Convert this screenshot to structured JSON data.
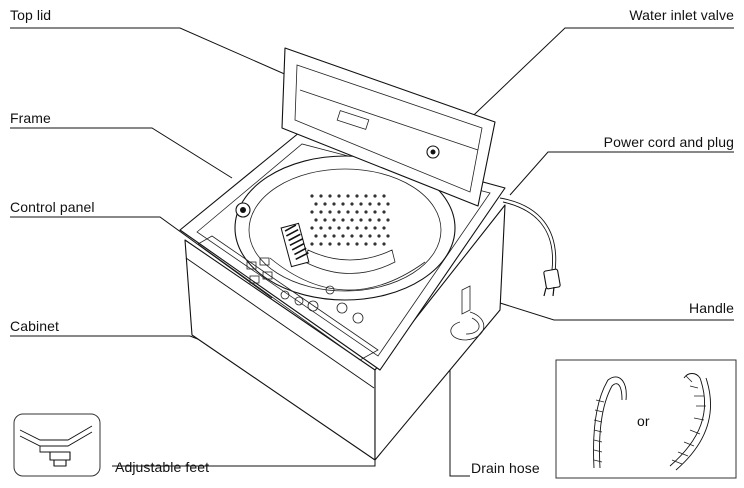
{
  "labels": {
    "top_lid": "Top lid",
    "water_inlet_valve": "Water inlet valve",
    "frame": "Frame",
    "power_cord": "Power cord and plug",
    "control_panel": "Control panel",
    "cabinet": "Cabinet",
    "handle": "Handle",
    "adjustable_feet": "Adjustable feet",
    "drain_hose": "Drain hose",
    "or_text": "or"
  }
}
